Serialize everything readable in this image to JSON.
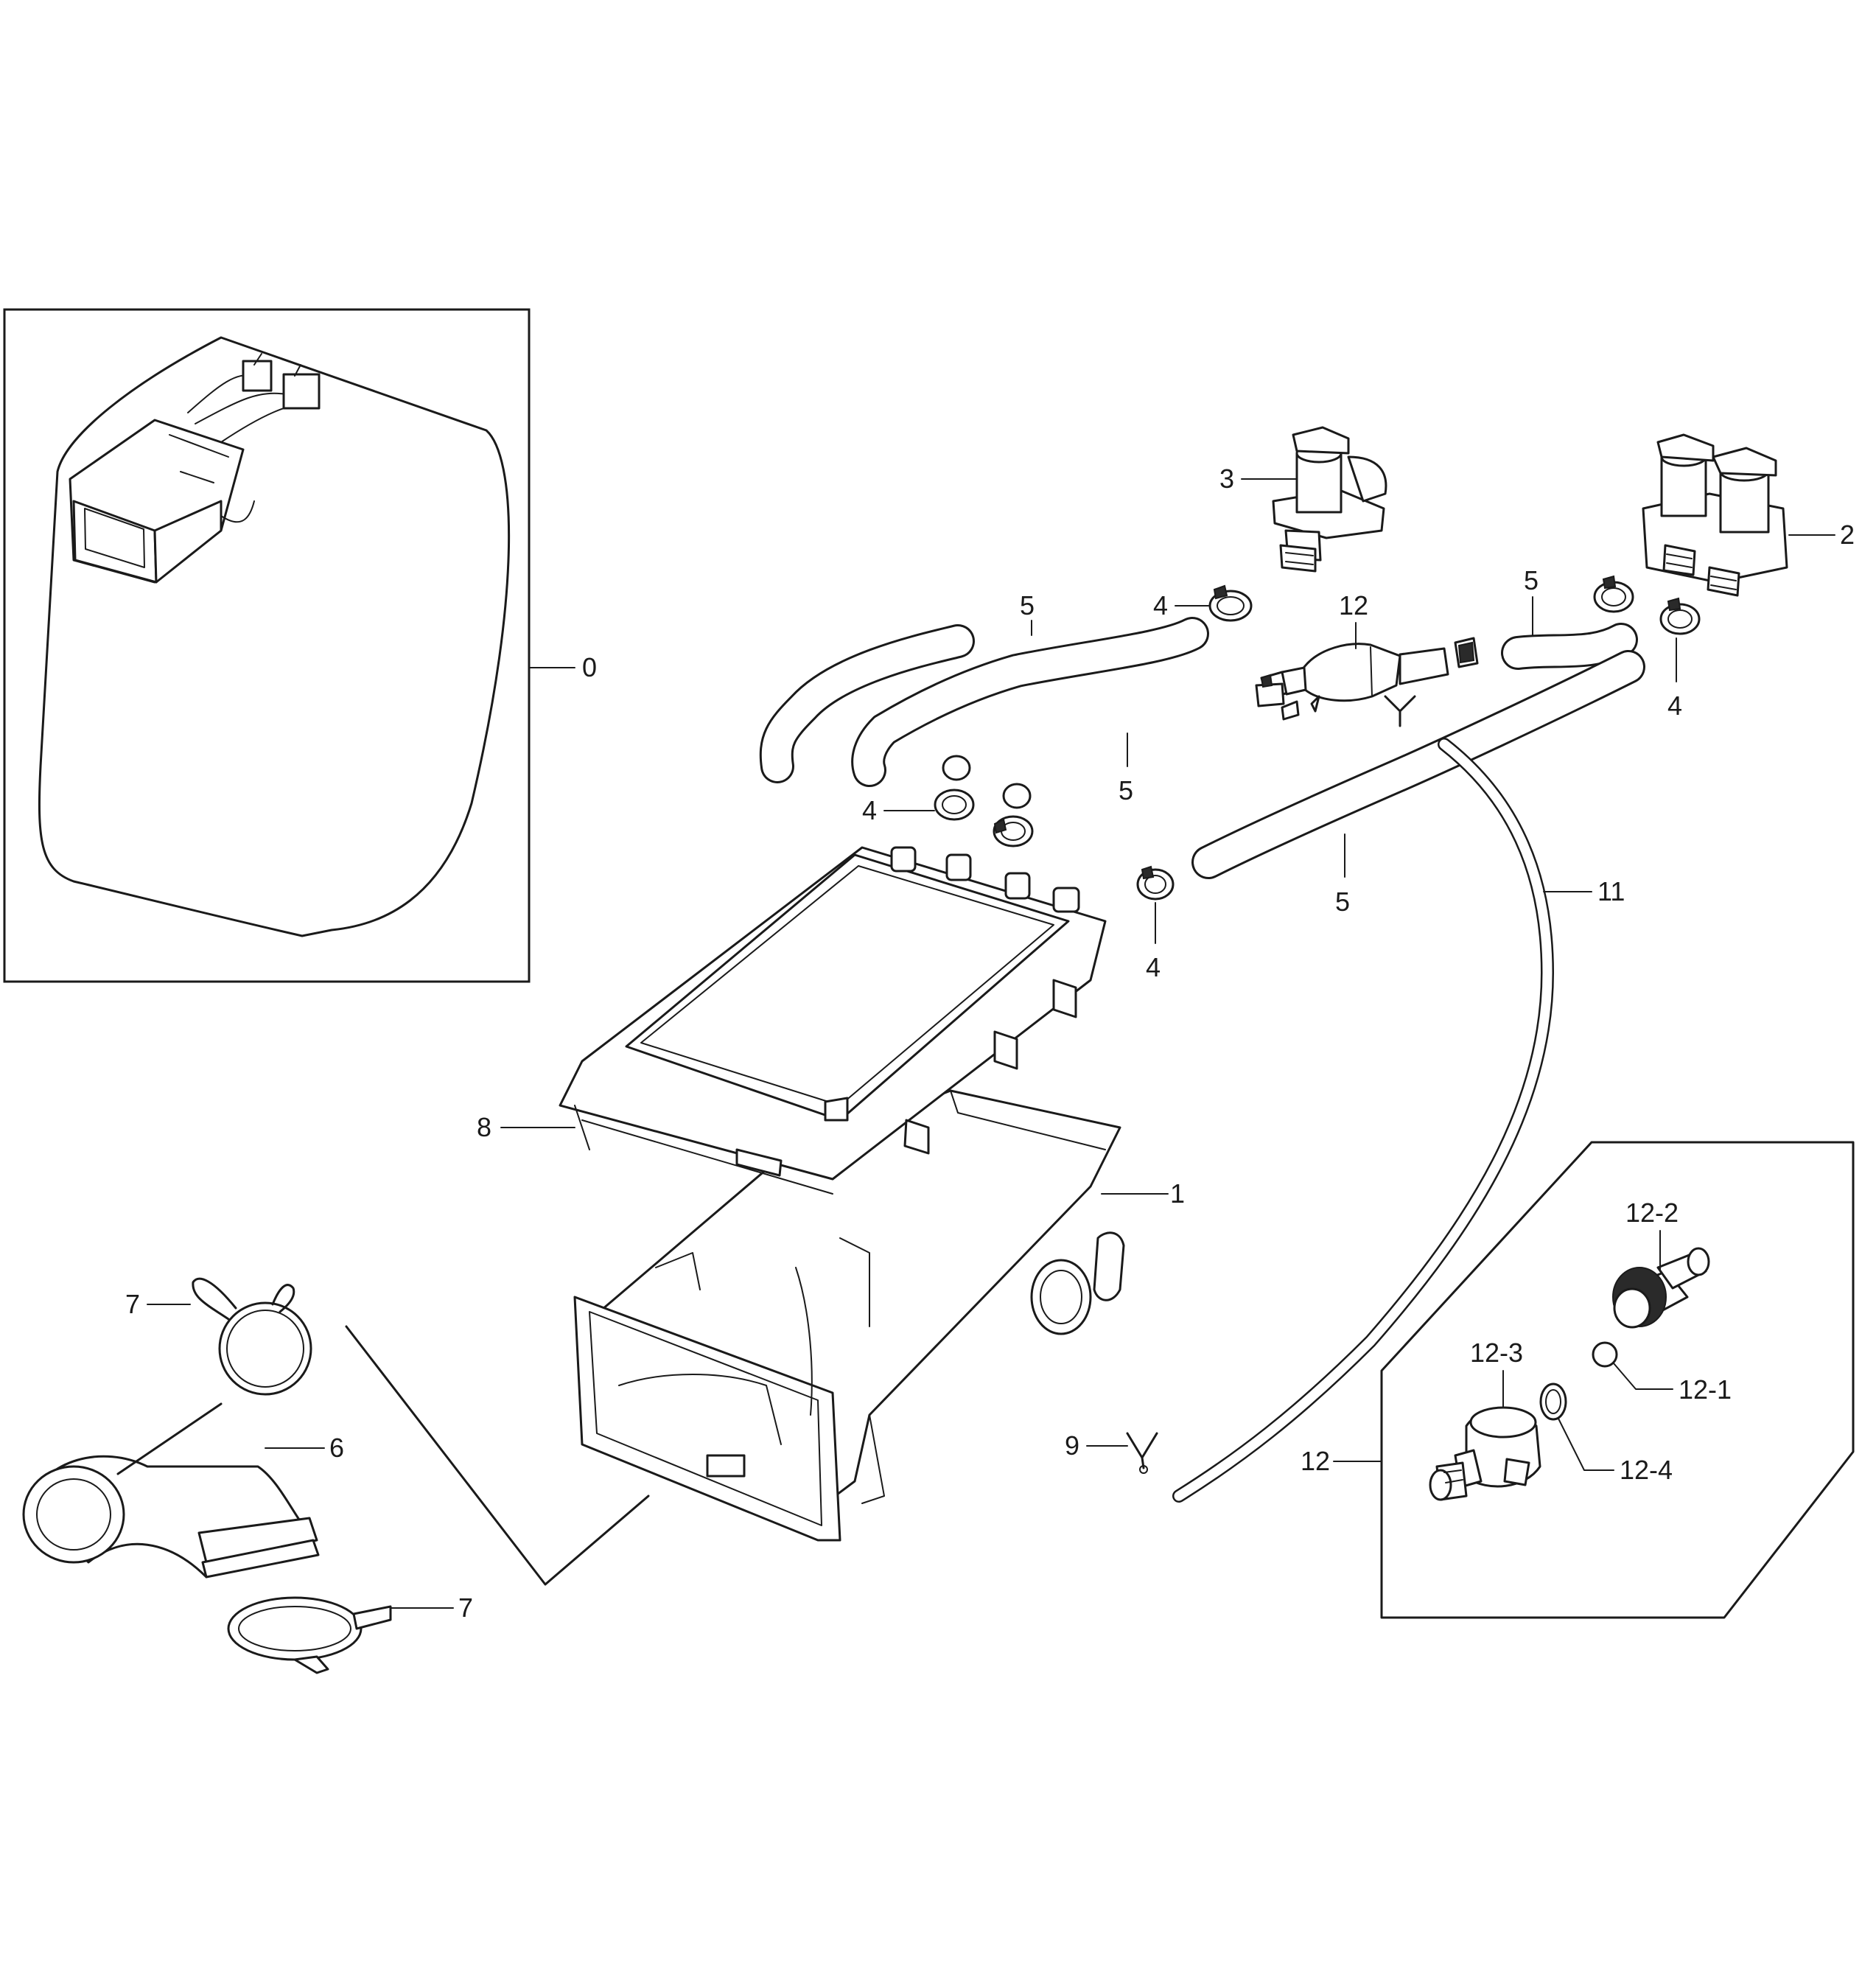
{
  "callouts": {
    "c0": "0",
    "c1": "1",
    "c2": "2",
    "c3": "3",
    "c4a": "4",
    "c4b": "4",
    "c4c": "4",
    "c4d": "4",
    "c5a": "5",
    "c5b": "5",
    "c5c": "5",
    "c5d": "5",
    "c6": "6",
    "c7a": "7",
    "c7b": "7",
    "c8": "8",
    "c9": "9",
    "c11": "11",
    "c12a": "12",
    "c12b": "12",
    "c12_1": "12-1",
    "c12_2": "12-2",
    "c12_3": "12-3",
    "c12_4": "12-4"
  }
}
